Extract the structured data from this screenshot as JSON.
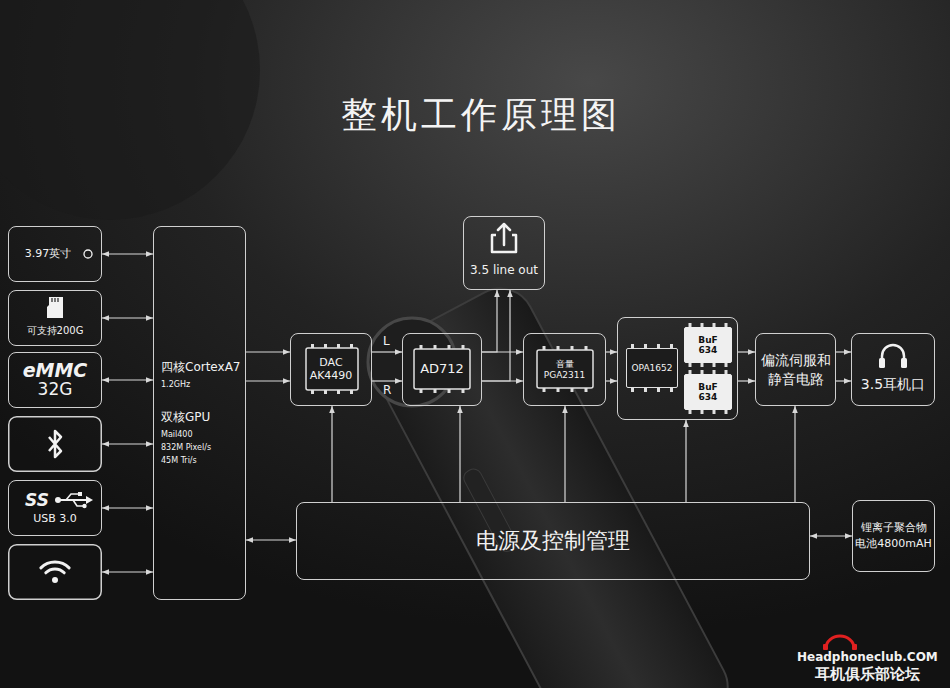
{
  "diagram": {
    "title": "整机工作原理图",
    "nodes": [
      {
        "text": [
          "3.97英寸"
        ]
      },
      {
        "text": [
          "可支持200G"
        ]
      },
      {
        "text": [
          "eMMC",
          "32G"
        ]
      },
      {
        "text": [
          "SS",
          "USB 3.0"
        ]
      },
      {
        "text": [
          "四核CortexA7",
          "1.2GHz",
          "双核GPU",
          "Mail400",
          "832M Pixel/s",
          "45M Tri/s"
        ]
      },
      {
        "text": [
          "3.5 line out"
        ]
      },
      {
        "text": [
          "DAC",
          "AK4490"
        ]
      },
      {
        "text": [
          "AD712"
        ]
      },
      {
        "text": [
          "音量",
          "PGA2311"
        ]
      },
      {
        "text": []
      },
      {
        "text": [
          "OPA1652"
        ],
        "in": 9
      },
      {
        "text": [
          "BuF",
          "634"
        ],
        "in": 9
      },
      {
        "text": [
          "BuF",
          "634"
        ],
        "in": 9
      },
      {
        "text": [
          "偏流伺服和 静音电路"
        ]
      },
      {
        "text": [
          "3.5耳机口"
        ]
      },
      {
        "text": [
          "电源及控制管理"
        ]
      },
      {
        "text": [
          "锂离子聚合物 电池4800mAH"
        ]
      }
    ],
    "edges": [
      {
        "from": 0,
        "to": 4,
        "arrow": "both"
      },
      {
        "from": 1,
        "to": 4,
        "arrow": "both"
      },
      {
        "from": 2,
        "to": 4,
        "arrow": "both"
      },
      {
        "from": 3,
        "to": 4,
        "arrow": "both"
      },
      {
        "from": 4,
        "to": 6,
        "arrow": "to"
      },
      {
        "from": 4,
        "to": 6,
        "arrow": "to"
      },
      {
        "from": 6,
        "to": 7,
        "label": "L",
        "arrow": "to"
      },
      {
        "from": 6,
        "to": 7,
        "label": "R",
        "arrow": "to"
      },
      {
        "from": 7,
        "to": 8,
        "arrow": "to"
      },
      {
        "from": 7,
        "to": 8,
        "arrow": "to"
      },
      {
        "from": 7,
        "to": 5,
        "arrow": "to"
      },
      {
        "from": 7,
        "to": 5,
        "arrow": "to"
      },
      {
        "from": 8,
        "to": 9,
        "arrow": "to"
      },
      {
        "from": 8,
        "to": 9,
        "arrow": "to"
      },
      {
        "from": 9,
        "to": 13,
        "arrow": "to"
      },
      {
        "from": 9,
        "to": 13,
        "arrow": "to"
      },
      {
        "from": 13,
        "to": 14,
        "arrow": "to"
      },
      {
        "from": 13,
        "to": 14,
        "arrow": "to"
      },
      {
        "from": 15,
        "to": 6,
        "arrow": "to"
      },
      {
        "from": 15,
        "to": 7,
        "arrow": "to"
      },
      {
        "from": 15,
        "to": 8,
        "arrow": "to"
      },
      {
        "from": 15,
        "to": 9,
        "arrow": "to"
      },
      {
        "from": 15,
        "to": 13,
        "arrow": "to"
      },
      {
        "from": 4,
        "to": 15,
        "arrow": "both"
      },
      {
        "from": 15,
        "to": 16,
        "arrow": "both"
      }
    ],
    "labels": [
      "Headphoneclub.COM",
      "耳机俱乐部论坛"
    ]
  }
}
